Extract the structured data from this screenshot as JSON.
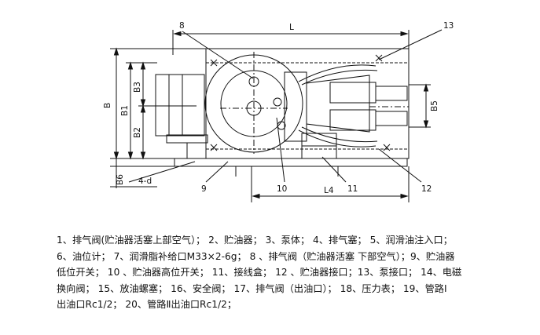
{
  "dimension_labels": {
    "L": "L",
    "B": "B",
    "B1": "B1",
    "B2": "B2",
    "B3": "B3",
    "B5": "B5",
    "B6": "B6",
    "L4": "L4",
    "four_d": "4-d"
  },
  "callouts": {
    "c8": "8",
    "c9": "9",
    "c10": "10",
    "c11": "11",
    "c12": "12",
    "c13": "13"
  },
  "legend_lines": [
    "1、排气阀(贮油器活塞上部空气）； 2、贮油器； 3、泵体； 4、排气塞； 5、润滑油注入口；",
    "6、油位计； 7、润滑脂补给口M33×2-6g； 8 、排气阀（贮油器活塞 下部空气）；9、贮油器",
    "低位开关； 10 、贮油器高位开关； 11、接线盒； 12 、贮油器接口；13、泵接口； 14、电磁",
    "换向阀； 15、放油螺塞； 16、安全阀； 17、排气阀（出油口）； 18、压力表； 19、管路Ⅰ",
    "出油口Rc1/2； 20、管路Ⅱ出油口Rc1/2；"
  ]
}
